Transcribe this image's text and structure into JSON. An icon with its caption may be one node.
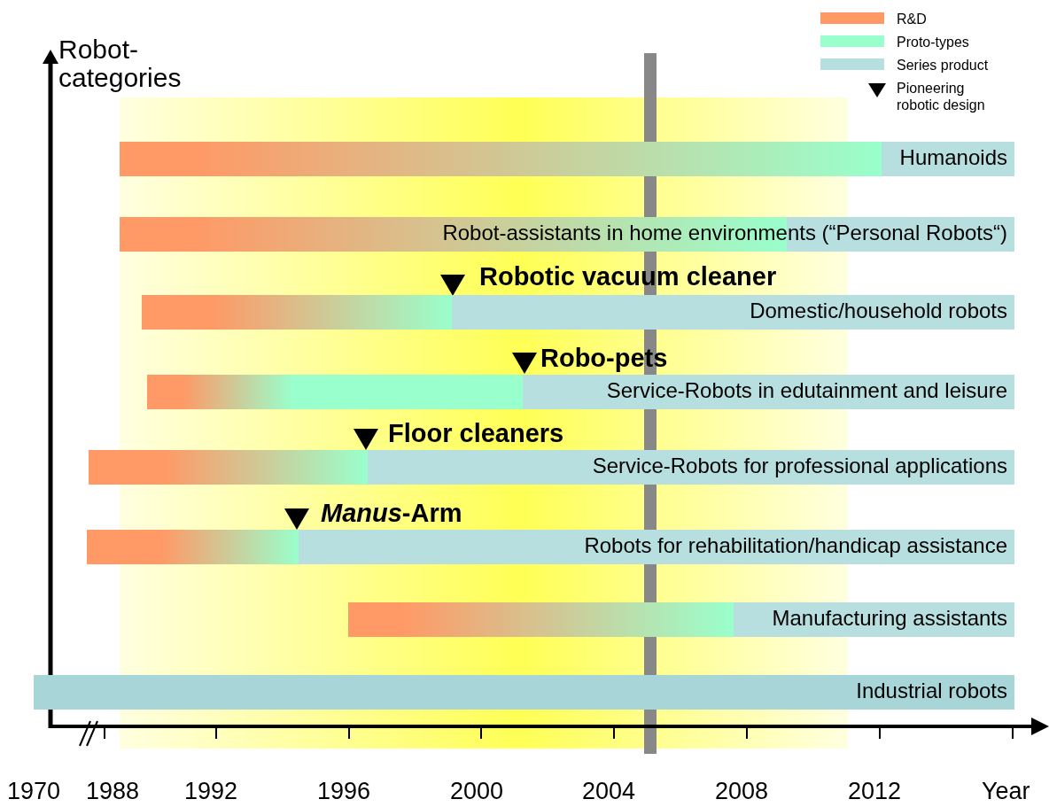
{
  "diagram": {
    "nodes": [
      {
        "text": [
          "Humanoids"
        ]
      },
      {
        "text": [
          "Robot-assistants in home environments (“Personal Robots“)"
        ]
      },
      {
        "text": [
          "Domestic/household robots"
        ]
      },
      {
        "text": [
          "Service-Robots in edutainment and leisure"
        ]
      },
      {
        "text": [
          "Service-Robots for professional applications"
        ]
      },
      {
        "text": [
          "Robots for rehabilitation/handicap assistance"
        ]
      },
      {
        "text": [
          "Manufacturing assistants"
        ]
      },
      {
        "text": [
          "Industrial robots"
        ]
      }
    ],
    "edges": [],
    "labels": [
      "Robot- categories",
      "Robotic vacuum cleaner",
      "Robo-pets",
      "Floor cleaners",
      "*Manus*-Arm",
      "1970",
      "1988",
      "1992",
      "1996",
      "2000",
      "2004",
      "2008",
      "2012",
      "Year"
    ],
    "legend": [
      {
        "text": "R&D",
        "color": "#ff9966"
      },
      {
        "text": "Proto-types",
        "color": "#99ffcc"
      },
      {
        "text": "Series product",
        "color": "#b8dfe0"
      },
      {
        "text": "Pioneering robotic design"
      }
    ]
  }
}
